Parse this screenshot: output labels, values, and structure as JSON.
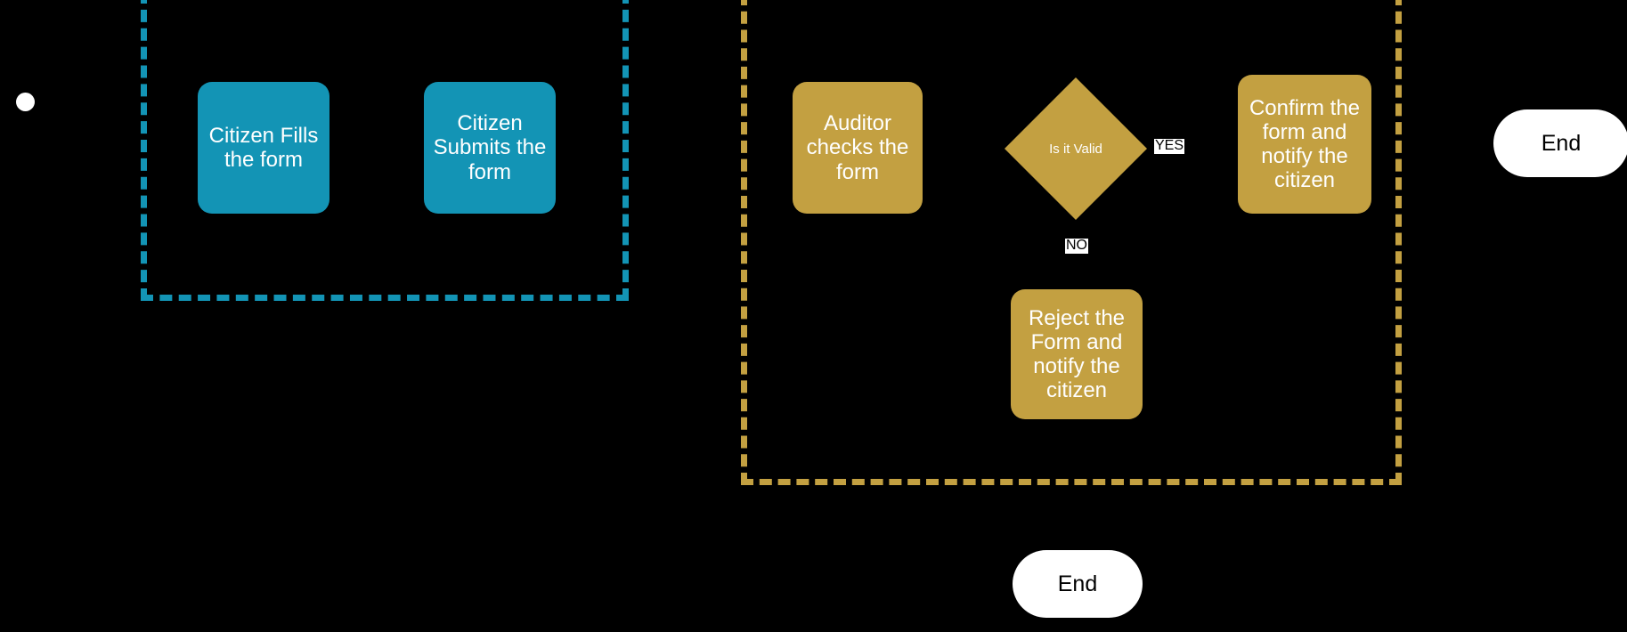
{
  "diagram": {
    "background_color": "#000000",
    "lanes": [
      {
        "id": "citizen",
        "name": "citizen-lane",
        "border_color": "#1394B5",
        "style": "dashed"
      },
      {
        "id": "auditor",
        "name": "auditor-lane",
        "border_color": "#C3A041",
        "style": "dashed"
      }
    ],
    "start_event": {
      "label": "",
      "color": "#FFFFFF"
    },
    "nodes": [
      {
        "id": "citizen_fills",
        "label": "Citizen Fills the form",
        "shape": "task",
        "color": "#1394B5"
      },
      {
        "id": "citizen_submits",
        "label": "Citizen Submits the form",
        "shape": "task",
        "color": "#1394B5"
      },
      {
        "id": "auditor_checks",
        "label": "Auditor checks the form",
        "shape": "task",
        "color": "#C3A041"
      },
      {
        "id": "is_it_valid",
        "label": "Is it Valid",
        "shape": "decision",
        "color": "#C3A041"
      },
      {
        "id": "confirm_form",
        "label": "Confirm the form and notify the citizen",
        "shape": "task",
        "color": "#C3A041"
      },
      {
        "id": "reject_form",
        "label": "Reject the Form and notify the citizen",
        "shape": "task",
        "color": "#C3A041"
      },
      {
        "id": "end_right",
        "label": "End",
        "shape": "end",
        "color": "#FFFFFF"
      },
      {
        "id": "end_bottom",
        "label": "End",
        "shape": "end",
        "color": "#FFFFFF"
      }
    ],
    "edge_labels": [
      {
        "id": "yes",
        "label": "YES"
      },
      {
        "id": "no",
        "label": "NO"
      }
    ]
  }
}
